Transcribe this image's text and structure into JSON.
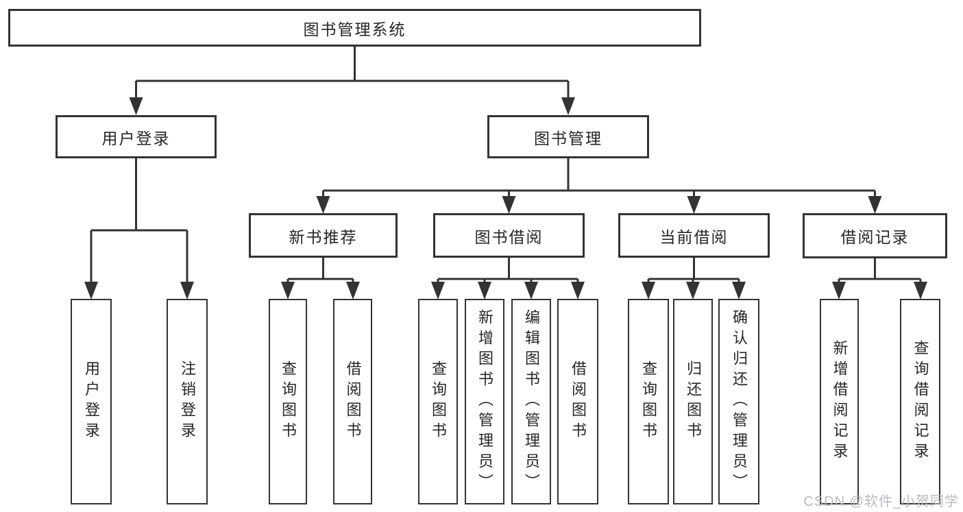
{
  "diagram": {
    "type": "hierarchy-chart",
    "colors": {
      "line": "#333333",
      "box_border": "#333333",
      "box_fill": "#ffffff",
      "text": "#262626",
      "watermark": "#b8bac0",
      "background": "#ffffff"
    },
    "nodes": {
      "root": "图书管理系统",
      "user_login": "用户登录",
      "book_management": "图书管理",
      "new_book_recommend": "新书推荐",
      "book_borrow": "图书借阅",
      "current_borrow": "当前借阅",
      "borrow_records": "借阅记录",
      "leaf_user_login": "用户登录",
      "leaf_logout": "注销登录",
      "leaf_recommend_query_books": "查询图书",
      "leaf_recommend_borrow_books": "借阅图书",
      "leaf_borrow_query_books": "查询图书",
      "leaf_borrow_add_books": "新增图书（管理员）",
      "leaf_borrow_edit_books": "编辑图书（管理员）",
      "leaf_borrow_borrow_books": "借阅图书",
      "leaf_current_query_books": "查询图书",
      "leaf_current_return_books": "归还图书",
      "leaf_current_confirm_return": "确认归还（管理员）",
      "leaf_records_add_record": "新增借阅记录",
      "leaf_records_query_record": "查询借阅记录"
    },
    "edges": [
      {
        "from": "图书管理系统",
        "to": "用户登录"
      },
      {
        "from": "图书管理系统",
        "to": "图书管理"
      },
      {
        "from": "用户登录",
        "to": "用户登录"
      },
      {
        "from": "用户登录",
        "to": "注销登录"
      },
      {
        "from": "图书管理",
        "to": "新书推荐"
      },
      {
        "from": "图书管理",
        "to": "图书借阅"
      },
      {
        "from": "图书管理",
        "to": "当前借阅"
      },
      {
        "from": "图书管理",
        "to": "借阅记录"
      },
      {
        "from": "新书推荐",
        "to": "查询图书"
      },
      {
        "from": "新书推荐",
        "to": "借阅图书"
      },
      {
        "from": "图书借阅",
        "to": "查询图书"
      },
      {
        "from": "图书借阅",
        "to": "新增图书（管理员）"
      },
      {
        "from": "图书借阅",
        "to": "编辑图书（管理员）"
      },
      {
        "from": "图书借阅",
        "to": "借阅图书"
      },
      {
        "from": "当前借阅",
        "to": "查询图书"
      },
      {
        "from": "当前借阅",
        "to": "归还图书"
      },
      {
        "from": "当前借阅",
        "to": "确认归还（管理员）"
      },
      {
        "from": "借阅记录",
        "to": "新增借阅记录"
      },
      {
        "from": "借阅记录",
        "to": "查询借阅记录"
      }
    ],
    "watermark": "CSDN @软件_小贺同学"
  }
}
